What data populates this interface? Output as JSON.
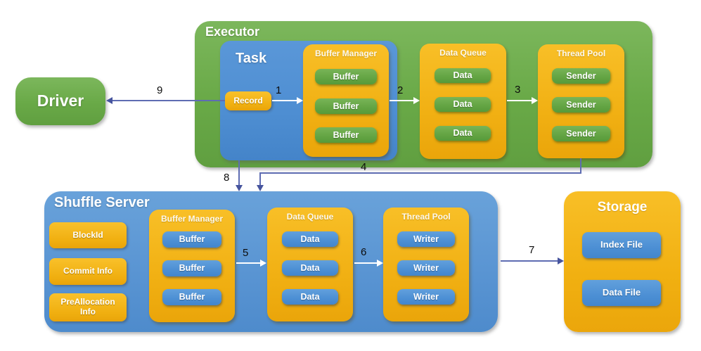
{
  "palette": {
    "green": "#69A947",
    "blue": "#5A95D3",
    "yellow": "#F1B011",
    "arrow_blue": "#5E6CB2",
    "arrow_white": "#FFFFFF",
    "flow_label_color": "#0C0C0C"
  },
  "driver": {
    "title": "Driver"
  },
  "executor": {
    "title": "Executor",
    "task": {
      "title": "Task",
      "record_label": "Record"
    },
    "buffer_manager": {
      "title": "Buffer Manager",
      "items": [
        "Buffer",
        "Buffer",
        "Buffer"
      ]
    },
    "data_queue": {
      "title": "Data Queue",
      "items": [
        "Data",
        "Data",
        "Data"
      ]
    },
    "thread_pool": {
      "title": "Thread Pool",
      "items": [
        "Sender",
        "Sender",
        "Sender"
      ]
    }
  },
  "shuffle_server": {
    "title": "Shuffle Server",
    "info_items": [
      "BlockId",
      "Commit Info",
      "PreAllocation Info"
    ],
    "buffer_manager": {
      "title": "Buffer Manager",
      "items": [
        "Buffer",
        "Buffer",
        "Buffer"
      ]
    },
    "data_queue": {
      "title": "Data Queue",
      "items": [
        "Data",
        "Data",
        "Data"
      ]
    },
    "thread_pool": {
      "title": "Thread Pool",
      "items": [
        "Writer",
        "Writer",
        "Writer"
      ]
    }
  },
  "storage": {
    "title": "Storage",
    "items": [
      "Index File",
      "Data File"
    ]
  },
  "flow_labels": {
    "n1": "1",
    "n2": "2",
    "n3": "3",
    "n4": "4",
    "n5": "5",
    "n6": "6",
    "n7": "7",
    "n8": "8",
    "n9": "9"
  }
}
